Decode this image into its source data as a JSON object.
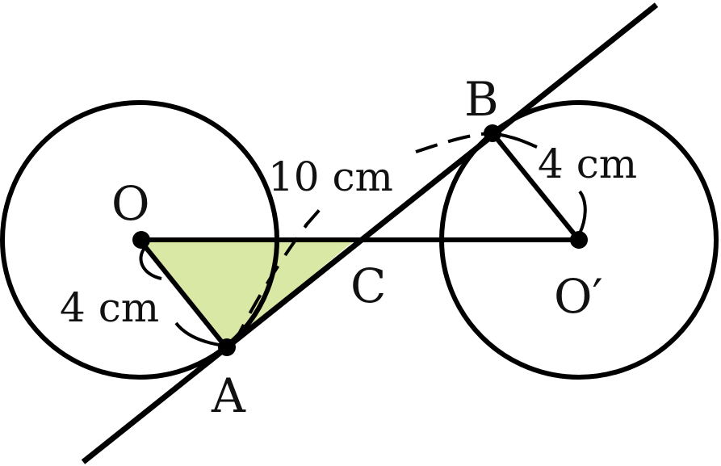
{
  "points": {
    "O": "O",
    "A": "A",
    "B": "B",
    "C": "C",
    "O_prime": "O′"
  },
  "measurements": {
    "OA": "4 cm",
    "OprimeB": "4 cm",
    "AB": "10 cm"
  },
  "colors": {
    "stroke": "#000000",
    "triangle_fill": "#d9e8a4"
  }
}
